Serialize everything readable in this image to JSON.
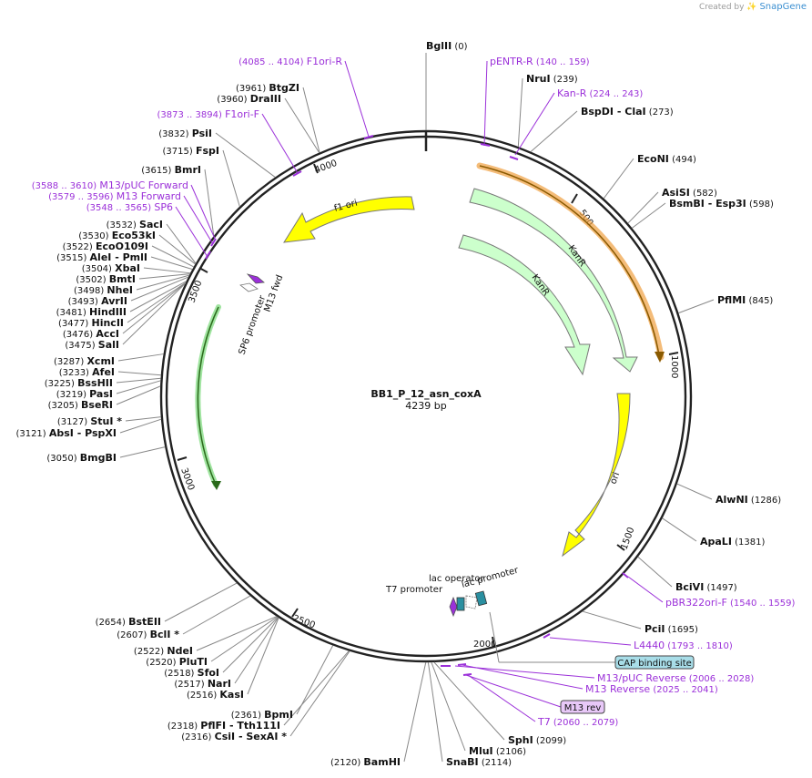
{
  "plasmid": {
    "name": "BB1_P_12_asn_coxA",
    "length_label": "4239 bp",
    "length": 4239
  },
  "credit": {
    "prefix": "Created by",
    "brand": "SnapGene"
  },
  "colors": {
    "backbone": "#222222",
    "primer": "#9b30d9",
    "f1ori": "#ffff00",
    "ori": "#ffff00",
    "kanr": "#ccffcc",
    "m13fwd": "#9b30d9",
    "highlight_orange": "#f0a040",
    "highlight_green": "#3aa63a",
    "lac_operator": "#2a8fa0",
    "cap_box": "#a8dde8"
  },
  "ticks": [
    "500",
    "1000",
    "1500",
    "2000",
    "2500",
    "3000",
    "3500",
    "4000"
  ],
  "sites": [
    {
      "name": "BglII",
      "pos": "(0)"
    },
    {
      "name": "NruI",
      "pos": "(239)"
    },
    {
      "name": "BspDI",
      "name2": "- ClaI",
      "pos": "(273)"
    },
    {
      "name": "EcoNI",
      "pos": "(494)"
    },
    {
      "name": "AsiSI",
      "pos": "(582)"
    },
    {
      "name": "BsmBI",
      "name2": "- Esp3I",
      "pos": "(598)"
    },
    {
      "name": "PflMI",
      "pos": "(845)"
    },
    {
      "name": "AlwNI",
      "pos": "(1286)"
    },
    {
      "name": "ApaLI",
      "pos": "(1381)"
    },
    {
      "name": "BciVI",
      "pos": "(1497)"
    },
    {
      "name": "PciI",
      "pos": "(1695)"
    },
    {
      "name": "SphI",
      "pos": "(2099)"
    },
    {
      "name": "MluI",
      "pos": "(2106)"
    },
    {
      "name": "SnaBI",
      "pos": "(2114)"
    },
    {
      "name": "BamHI",
      "pos": "(2120)"
    },
    {
      "name": "CsiI",
      "name2": "- SexAI *",
      "pos": "(2316)"
    },
    {
      "name": "PflFI",
      "name2": "- Tth111I",
      "pos": "(2318)"
    },
    {
      "name": "BpmI",
      "pos": "(2361)"
    },
    {
      "name": "KasI",
      "pos": "(2516)"
    },
    {
      "name": "NarI",
      "pos": "(2517)"
    },
    {
      "name": "SfoI",
      "pos": "(2518)"
    },
    {
      "name": "PluTI",
      "pos": "(2520)"
    },
    {
      "name": "NdeI",
      "pos": "(2522)"
    },
    {
      "name": "BclI *",
      "pos": "(2607)"
    },
    {
      "name": "BstEII",
      "pos": "(2654)"
    },
    {
      "name": "BmgBI",
      "pos": "(3050)"
    },
    {
      "name": "AbsI",
      "name2": "- PspXI",
      "pos": "(3121)"
    },
    {
      "name": "StuI *",
      "pos": "(3127)"
    },
    {
      "name": "BseRI",
      "pos": "(3205)"
    },
    {
      "name": "PasI",
      "pos": "(3219)"
    },
    {
      "name": "BssHII",
      "pos": "(3225)"
    },
    {
      "name": "AfeI",
      "pos": "(3233)"
    },
    {
      "name": "XcmI",
      "pos": "(3287)"
    },
    {
      "name": "SalI",
      "pos": "(3475)"
    },
    {
      "name": "AccI",
      "pos": "(3476)"
    },
    {
      "name": "HincII",
      "pos": "(3477)"
    },
    {
      "name": "HindIII",
      "pos": "(3481)"
    },
    {
      "name": "AvrII",
      "pos": "(3493)"
    },
    {
      "name": "NheI",
      "pos": "(3498)"
    },
    {
      "name": "BmtI",
      "pos": "(3502)"
    },
    {
      "name": "XbaI",
      "pos": "(3504)"
    },
    {
      "name": "AleI",
      "name2": "- PmlI",
      "pos": "(3515)"
    },
    {
      "name": "EcoO109I",
      "pos": "(3522)"
    },
    {
      "name": "Eco53kI",
      "pos": "(3530)"
    },
    {
      "name": "SacI",
      "pos": "(3532)"
    },
    {
      "name": "BmrI",
      "pos": "(3615)"
    },
    {
      "name": "FspI",
      "pos": "(3715)"
    },
    {
      "name": "PsiI",
      "pos": "(3832)"
    },
    {
      "name": "DraIII",
      "pos": "(3960)"
    },
    {
      "name": "BtgZI",
      "pos": "(3961)"
    }
  ],
  "primers": [
    {
      "name": "pENTR-R",
      "range": "(140 .. 159)"
    },
    {
      "name": "Kan-R",
      "range": "(224 .. 243)"
    },
    {
      "name": "pBR322ori-F",
      "range": "(1540 .. 1559)"
    },
    {
      "name": "L4440",
      "range": "(1793 .. 1810)"
    },
    {
      "name": "M13/pUC Reverse",
      "range": "(2006 .. 2028)"
    },
    {
      "name": "M13 Reverse",
      "range": "(2025 .. 2041)"
    },
    {
      "name": "T7",
      "range": "(2060 .. 2079)"
    },
    {
      "name": "SP6",
      "range": "(3548 .. 3565)"
    },
    {
      "name": "M13 Forward",
      "range": "(3579 .. 3596)"
    },
    {
      "name": "M13/pUC Forward",
      "range": "(3588 .. 3610)"
    },
    {
      "name": "F1ori-F",
      "range": "(3873 .. 3894)"
    },
    {
      "name": "F1ori-R",
      "range": "(4085 .. 4104)"
    }
  ],
  "boxed_labels": {
    "cap": "CAP binding site",
    "m13rev": "M13 rev"
  },
  "features": {
    "f1ori": "f1 ori",
    "kanr_outer": "KanR",
    "kanr_inner": "KanR",
    "ori": "ori",
    "sp6_promoter": "SP6 promoter",
    "m13_fwd": "M13 fwd",
    "t7_promoter": "T7 promoter",
    "lac_operator": "lac operator",
    "lac_promoter": "lac promoter"
  }
}
